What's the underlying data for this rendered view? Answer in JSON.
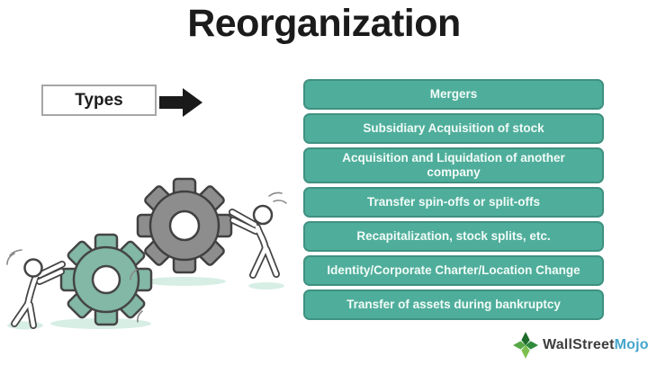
{
  "title": "Reorganization",
  "types": {
    "label": "Types",
    "arrow_icon": "right-arrow-icon"
  },
  "boxes": [
    "Mergers",
    "Subsidiary Acquisition of stock",
    "Acquisition and Liquidation of another company",
    "Transfer spin-offs or split-offs",
    "Recapitalization, stock splits, etc.",
    "Identity/Corporate Charter/Location Change",
    "Transfer of assets during bankruptcy"
  ],
  "illustration": {
    "description": "two doodle figures pushing a green gear and a gray gear",
    "icons": [
      "green-gear-icon",
      "gray-gear-icon",
      "pushing-figure-left",
      "pushing-figure-right"
    ]
  },
  "logo": {
    "part1": "WallStreet",
    "part2": "Mojo",
    "icon": "wallstreetmojo-gem-icon"
  },
  "colors": {
    "box_fill": "#4fae9b",
    "box_border": "#3f9181",
    "box_text": "#f2fbf8",
    "title_text": "#1b1b1b",
    "arrow": "#1a1a1a",
    "types_border": "#a6a6a6",
    "gear_green": "#82b8a5",
    "gear_gray": "#8d8d8d",
    "outline": "#454545",
    "ground_shadow": "#d7eee5",
    "logo_dark": "#3d3d3d",
    "logo_accent": "#45a5cc"
  }
}
